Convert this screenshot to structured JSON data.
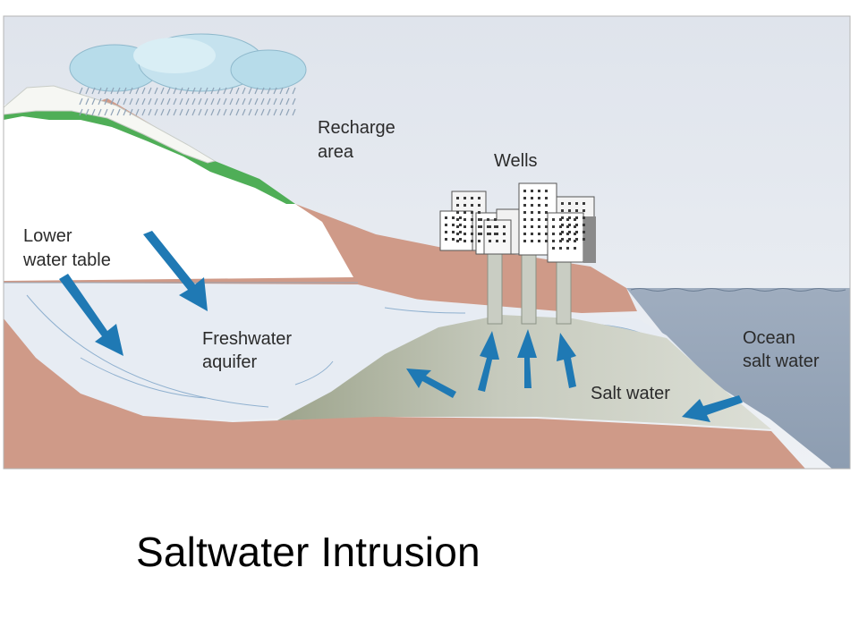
{
  "title": "Saltwater Intrusion",
  "labels": {
    "recharge_line1": "Recharge",
    "recharge_line2": "area",
    "wells": "Wells",
    "lower_line1": "Lower",
    "lower_line2": "water table",
    "fresh_line1": "Freshwater",
    "fresh_line2": "aquifer",
    "ocean_line1": "Ocean",
    "ocean_line2": "salt water",
    "salt_water": "Salt water"
  },
  "colors": {
    "sky": "#e6eaf0",
    "land": "#cf9a88",
    "grass": "#4fae57",
    "freshwater": "#e7ecf3",
    "saltwater": "#ccd0c7",
    "saltwater_dark": "#a9ae9a",
    "ocean": "#9aa9bb",
    "arrow": "#1f79b4",
    "cloud": "#b7dcea"
  }
}
